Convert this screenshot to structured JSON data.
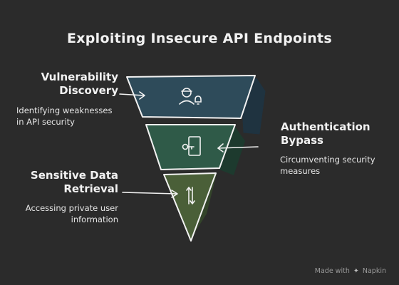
{
  "title": "Exploiting Insecure API Endpoints",
  "stages": [
    {
      "label_line1": "Vulnerability",
      "label_line2": "Discovery",
      "description_line1": "Identifying weaknesses",
      "description_line2": "in API security",
      "icon": "hacker-icon",
      "color": "#2e4b5a"
    },
    {
      "label_line1": "Authentication",
      "label_line2": "Bypass",
      "description_line1": "Circumventing security",
      "description_line2": "measures",
      "icon": "key-door-icon",
      "color": "#2f5a48"
    },
    {
      "label_line1": "Sensitive Data",
      "label_line2": "Retrieval",
      "description_line1": "Accessing private user",
      "description_line2": "information",
      "icon": "transfer-arrows-icon",
      "color": "#4a5f38"
    }
  ],
  "credit": {
    "prefix": "Made with",
    "brand": "Napkin"
  }
}
